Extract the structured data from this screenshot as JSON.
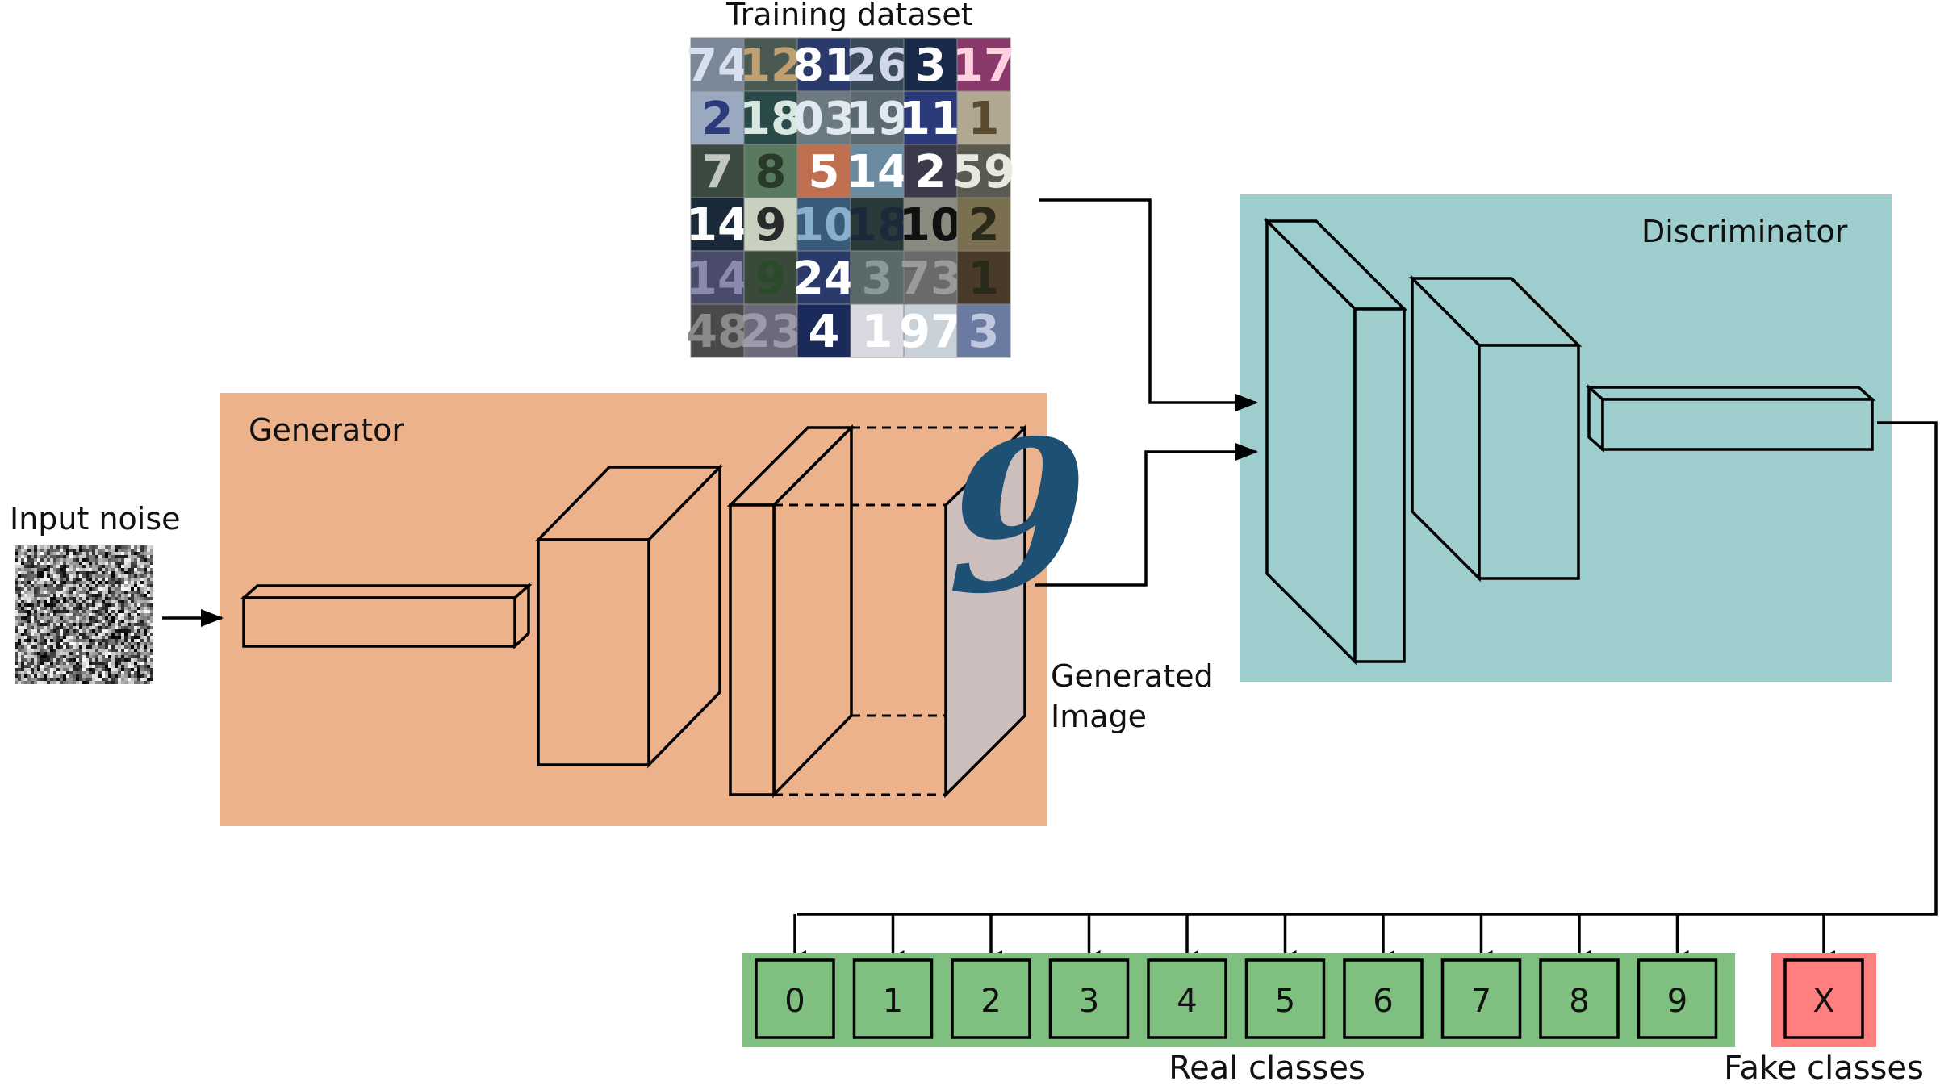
{
  "labels": {
    "training_dataset": "Training dataset",
    "input_noise": "Input noise",
    "generator": "Generator",
    "discriminator": "Discriminator",
    "generated_image_line1": "Generated",
    "generated_image_line2": "Image",
    "real_classes": "Real classes",
    "fake_classes": "Fake classes"
  },
  "generated_digit": "9",
  "real_class_labels": [
    "0",
    "1",
    "2",
    "3",
    "4",
    "5",
    "6",
    "7",
    "8",
    "9"
  ],
  "fake_class_label": "X",
  "dataset_tiles": [
    [
      "74",
      "12",
      "81",
      "26",
      "3",
      "17"
    ],
    [
      "2",
      "18",
      "03",
      "19",
      "11",
      "1"
    ],
    [
      "7",
      "8",
      "5",
      "14",
      "2",
      "59"
    ],
    [
      "14",
      "9",
      "10",
      "18",
      "10",
      "2"
    ],
    [
      "14",
      "9",
      "24",
      "3",
      "73",
      "1"
    ],
    [
      "48",
      "23",
      "4",
      "1",
      "97",
      "3"
    ]
  ],
  "colors": {
    "generator_fill": "#EBB28C",
    "discriminator_fill": "#9DCDCC",
    "real_classes_fill": "#7FBF7F",
    "fake_classes_fill": "#FF7F7F",
    "generated_image_bg": "#CDBEBE",
    "generated_digit_color": "#1E5074"
  }
}
